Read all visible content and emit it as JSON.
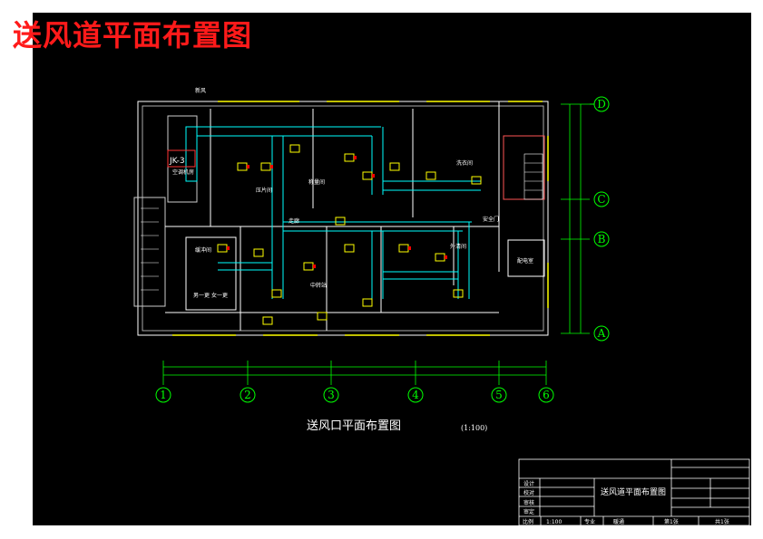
{
  "header": {
    "title": "送风道平面布置图"
  },
  "drawing": {
    "caption": "送风口平面布置图",
    "scale": "(1:100)",
    "grid_axes_h": [
      "1",
      "2",
      "3",
      "4",
      "5",
      "6"
    ],
    "grid_axes_v": [
      "D",
      "C",
      "B",
      "A"
    ],
    "room_labels": [
      "JK-3",
      "空调机房",
      "新风",
      "压片间",
      "称量间",
      "走廊",
      "女一更",
      "男一更",
      "洗衣间",
      "外清间",
      "缓冲间",
      "安全门",
      "配电室",
      "中转站"
    ]
  },
  "title_block": {
    "drawing_name": "送风道平面布置图",
    "sign_labels": [
      "设计",
      "校对",
      "审核",
      "审定"
    ],
    "bottom_row": [
      "比例",
      "1:100",
      "专业",
      "暖通",
      "第1张",
      "共1张"
    ]
  },
  "colors": {
    "background": "#000000",
    "title": "#ff1a1a",
    "walls": "#ffffff",
    "duct": "#00ffff",
    "diffuser": "#ffff00",
    "grid": "#00ff00",
    "label": "#ffffff"
  }
}
